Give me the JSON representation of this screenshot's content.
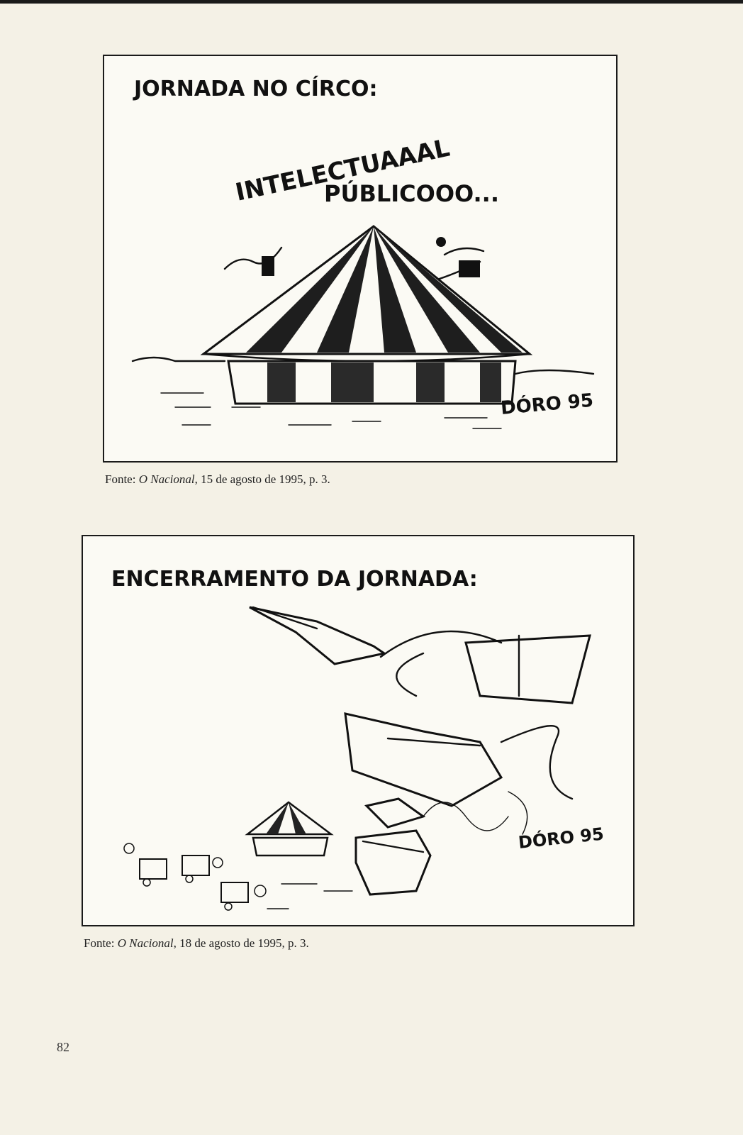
{
  "cartoons": [
    {
      "heading": "JORNADA NO CÍRCO:",
      "shout_line1": "INTELECTUAAAL",
      "shout_line2": "PÚBLICOOO...",
      "signature": "DÓRO 95",
      "caption": {
        "prefix": "Fonte: ",
        "publication": "O Nacional",
        "suffix": ", 15 de agosto de 1995, p. 3."
      }
    },
    {
      "heading": "ENCERRAMENTO DA JORNADA:",
      "signature": "DÓRO 95",
      "caption": {
        "prefix": "Fonte: ",
        "publication": "O Nacional",
        "suffix": ", 18 de agosto de 1995, p. 3."
      }
    }
  ],
  "page_number": "82"
}
